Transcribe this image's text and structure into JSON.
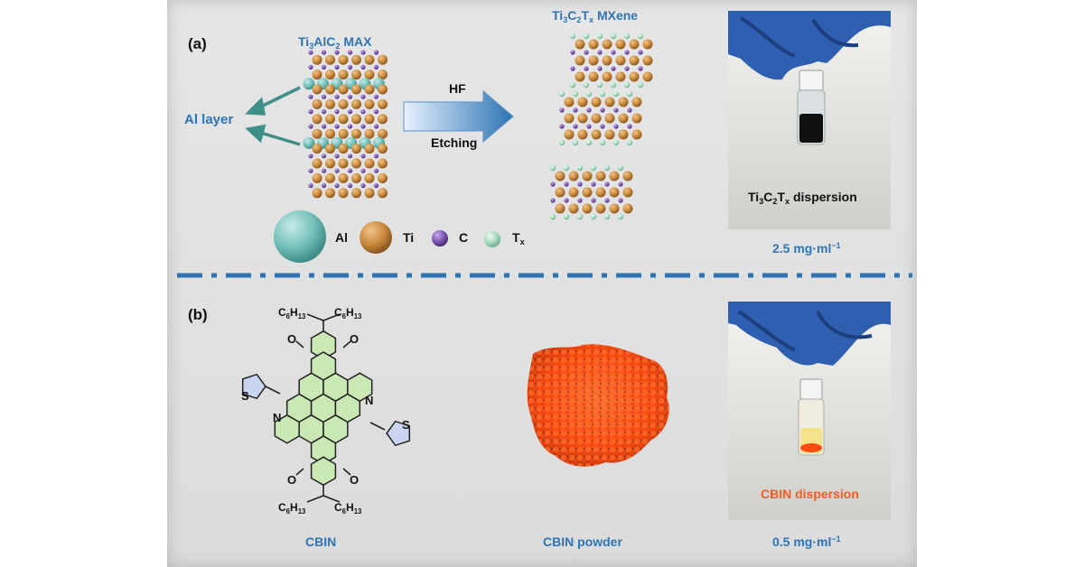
{
  "panel_a": {
    "label": "(a)",
    "max_title": {
      "a": "Ti",
      "b": "3",
      "c": "AlC",
      "d": "2",
      "e": " MAX"
    },
    "al_layer": "Al layer",
    "arrow_top": "HF",
    "arrow_bottom": "Etching",
    "mxene_title": {
      "a": "Ti",
      "b": "3",
      "c": "C",
      "d": "2",
      "e": "T",
      "f": "x",
      "g": " MXene"
    },
    "legend": [
      {
        "symbol": "Al",
        "color": "#74bfb8"
      },
      {
        "symbol": "Ti",
        "color": "#c98a3c"
      },
      {
        "symbol": "C",
        "color": "#7d55b0"
      },
      {
        "symbol": "T",
        "sub": "x",
        "color": "#a8dcc0"
      }
    ],
    "photo_caption": {
      "a": "Ti",
      "b": "3",
      "c": "C",
      "d": "2",
      "e": "T",
      "f": "x",
      "g": " dispersion"
    },
    "concentration": {
      "value": "2.5 mg·ml",
      "exp": "−1"
    }
  },
  "panel_b": {
    "label": "(b)",
    "molecule_name": "CBIN",
    "powder_label": "CBIN powder",
    "photo_caption": "CBIN dispersion",
    "concentration": {
      "value": "0.5 mg·ml",
      "exp": "−1"
    },
    "atoms": {
      "O": "O",
      "N": "N",
      "S": "S"
    },
    "substituent": {
      "a": "C",
      "b": "6",
      "c": "H",
      "d": "13"
    }
  },
  "colors": {
    "accent": "#2e74b5",
    "orange": "#ff5a1f",
    "glove": "#2f5fb0",
    "ring_fill": "#c9e8b4",
    "thiophene_fill": "#c9d4f0"
  }
}
